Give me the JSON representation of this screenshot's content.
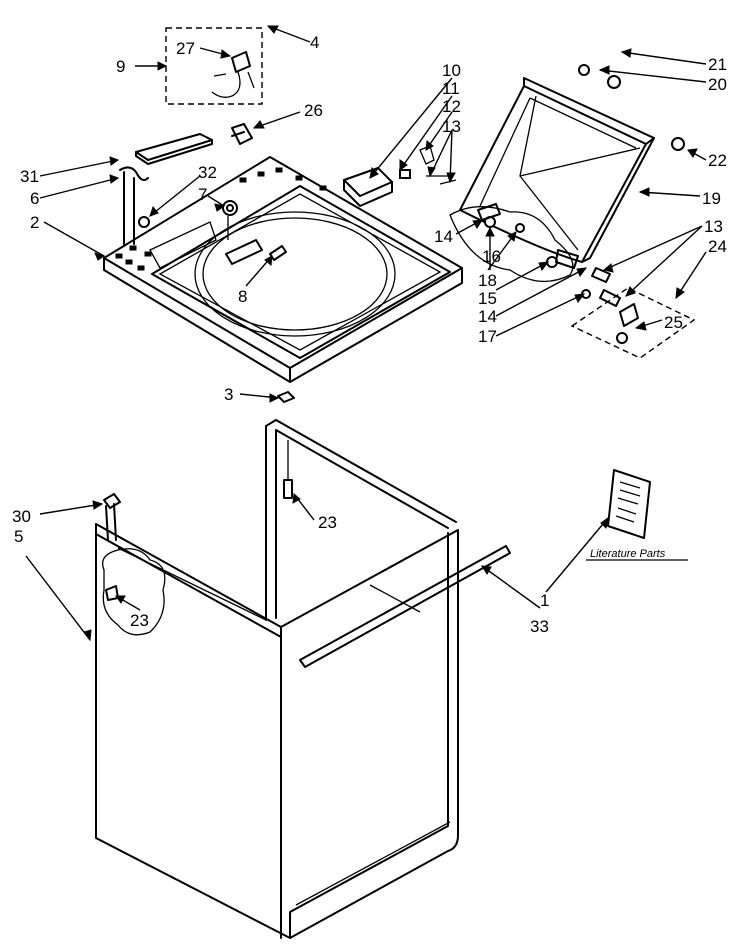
{
  "diagram": {
    "labels": [
      {
        "id": "4",
        "text": "4"
      },
      {
        "id": "9",
        "text": "9"
      },
      {
        "id": "27",
        "text": "27"
      },
      {
        "id": "26",
        "text": "26"
      },
      {
        "id": "10",
        "text": "10"
      },
      {
        "id": "11",
        "text": "11"
      },
      {
        "id": "12",
        "text": "12"
      },
      {
        "id": "13a",
        "text": "13"
      },
      {
        "id": "21",
        "text": "21"
      },
      {
        "id": "20",
        "text": "20"
      },
      {
        "id": "22",
        "text": "22"
      },
      {
        "id": "19",
        "text": "19"
      },
      {
        "id": "13b",
        "text": "13"
      },
      {
        "id": "24",
        "text": "24"
      },
      {
        "id": "25",
        "text": "25"
      },
      {
        "id": "31",
        "text": "31"
      },
      {
        "id": "6",
        "text": "6"
      },
      {
        "id": "32",
        "text": "32"
      },
      {
        "id": "7",
        "text": "7"
      },
      {
        "id": "2",
        "text": "2"
      },
      {
        "id": "8",
        "text": "8"
      },
      {
        "id": "14a",
        "text": "14"
      },
      {
        "id": "16",
        "text": "16"
      },
      {
        "id": "18",
        "text": "18"
      },
      {
        "id": "15",
        "text": "15"
      },
      {
        "id": "14b",
        "text": "14"
      },
      {
        "id": "17",
        "text": "17"
      },
      {
        "id": "3",
        "text": "3"
      },
      {
        "id": "23a",
        "text": "23"
      },
      {
        "id": "30",
        "text": "30"
      },
      {
        "id": "5",
        "text": "5"
      },
      {
        "id": "23b",
        "text": "23"
      },
      {
        "id": "1",
        "text": "1"
      },
      {
        "id": "33",
        "text": "33"
      }
    ],
    "literature_label": "Literature Parts"
  }
}
